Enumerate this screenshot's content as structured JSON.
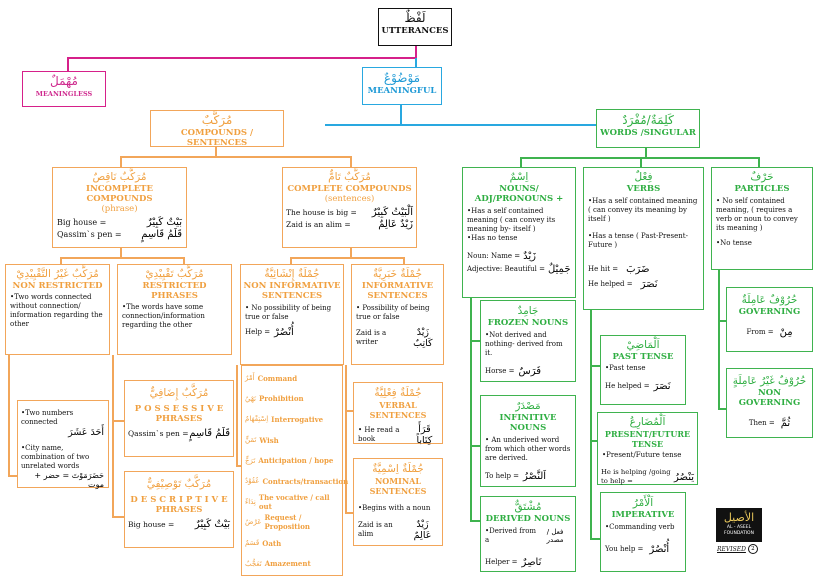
{
  "root": {
    "arabic": "لَفْظٌ",
    "label": "UTTERANCES"
  },
  "meaningless": {
    "arabic": "مُهْمَلٌ",
    "label": "MEANINGLESS"
  },
  "meaningful": {
    "arabic": "مَوْضُوْعٌ",
    "label": "MEANINGFUL"
  },
  "compounds": {
    "arabic": "مُرَكَّبٌ",
    "label": "COMPOUNDS / SENTENCES"
  },
  "singular": {
    "arabic": "كَلِمَةٌ/مُفْرَدٌ",
    "label": "WORDS /SINGULAR"
  },
  "incomplete": {
    "arabic": "مُرَكَّبٌ نَاقِصٌ",
    "label1": "INCOMPLETE COMPOUNDS",
    "label2": "(phrase)",
    "ex1": "Big house =",
    "ex1_ar": "بَيْتٌ كَبِيْرٌ",
    "ex2": "Qassim`s pen =",
    "ex2_ar": "قَلَمُ قَاسِمٍ"
  },
  "complete": {
    "arabic": "مُرَكَّبٌ تَامٌّ",
    "label1": "COMPLETE COMPOUNDS",
    "label2": "(sentences)",
    "ex1": "The house is big =",
    "ex1_ar": "اَلْبَيْتُ كَبِيْرٌ",
    "ex2": "Zaid is an alim =",
    "ex2_ar": "زَيْدٌ عَالِمٌ"
  },
  "nonrestricted": {
    "arabic": "مُرَكَّبٌ غَيْرُ التَّقْيِيْدِيْ",
    "label": "NON RESTRICTED",
    "desc": "•Two words connected without connection/ information regarding the other"
  },
  "restricted": {
    "arabic": "مُرَكَّبٌ تَقْيِيْدِيْ",
    "label": "RESTRICTED PHRASES",
    "desc": "•The words have some connection/information regarding the other"
  },
  "noninformative": {
    "arabic": "جُمْلَةٌ إِنْشَائِيَّةٌ",
    "label": "NON INFORMATIVE SENTENCES",
    "desc": "• No possibility of being true or false",
    "ex": "Help =",
    "ex_ar": "أُنْصُرْ"
  },
  "informative": {
    "arabic": "جُمْلَةٌ خَبَرِيَّةٌ",
    "label": "INFORMATIVE SENTENCES",
    "desc": "• Possibility of being true or false",
    "ex": "Zaid is a writer",
    "ex_ar": "زَيْدٌ كَاتِبٌ"
  },
  "numbers": {
    "l1": "•Two numbers connected",
    "l1_ar": "أَحَدَ عَشَرَ",
    "l2": "•City name, combination of two unrelated words",
    "l2_ar": "حَضَرَمَوْتَ = حضر + موت"
  },
  "possessive": {
    "arabic": "مُرَكَّبٌ إِضَافِيٌّ",
    "label": "P O S S E S S I V E PHRASES",
    "ex": "Qassim`s pen =",
    "ex_ar": "قَلَمُ قَاسِمٍ"
  },
  "descriptive": {
    "arabic": "مُرَكَّبٌ تَوْصِيْفِيٌّ",
    "label": "D E S C R I P T I V E PHRASES",
    "ex": "Big house =",
    "ex_ar": "بَيْتٌ كَبِيْرٌ"
  },
  "types": [
    {
      "ar": "أَمْرٌ",
      "en": "Command"
    },
    {
      "ar": "نَهْيٌ",
      "en": "Prohibition"
    },
    {
      "ar": "اِسْتِفْهَامٌ",
      "en": "Interrogative"
    },
    {
      "ar": "تَمَنٍّ",
      "en": "Wish"
    },
    {
      "ar": "تَرَجٍّ",
      "en": "Anticipation / hope"
    },
    {
      "ar": "عُقُوْدٌ",
      "en": "Contracts/transaction"
    },
    {
      "ar": "نِدَاءٌ",
      "en": "The vocative / call out"
    },
    {
      "ar": "عَرْضٌ",
      "en": "Request / Proposition"
    },
    {
      "ar": "قَسَمٌ",
      "en": "Oath"
    },
    {
      "ar": "تَعَجُّبٌ",
      "en": "Amazement"
    }
  ],
  "verbal": {
    "arabic": "جُمْلَةٌ فِعْلِيَّةٌ",
    "label": "VERBAL SENTENCES",
    "ex": "• He read a book",
    "ex_ar": "قَرَأَ كِتَاباً"
  },
  "nominal": {
    "arabic": "جُمْلَةٌ اِسْمِيَّةٌ",
    "label": "NOMINAL SENTENCES",
    "desc": "•Begins with a noun",
    "ex": "Zaid is an alim",
    "ex_ar": "زَيْدٌ عَالِمٌ"
  },
  "nouns": {
    "arabic": "اِسْمٌ",
    "label1": "NOUNS/",
    "label2": "ADJ/PRONOUNS +",
    "d1": "•Has a self contained meaning ( can convey its meaning by- itself )",
    "d2": "•Has no tense",
    "ex1": "Noun: Name =",
    "ex1_ar": "زَيْدٌ",
    "ex2": "Adjective: Beautiful =",
    "ex2_ar": "جَمِيْلٌ"
  },
  "verbs": {
    "arabic": "فِعْلٌ",
    "label": "VERBS",
    "d1": "•Has a self contained meaning ( can convey its meaning by itself )",
    "d2": "•Has a tense ( Past-Present-Future )",
    "ex1": "He hit =",
    "ex1_ar": "ضَرَبَ",
    "ex2": "He helped =",
    "ex2_ar": "نَصَرَ"
  },
  "particles": {
    "arabic": "حَرْفٌ",
    "label": "PARTICLES",
    "d1": "• No self contained meaning, ( requires a verb or noun to convey its meaning )",
    "d2": "•No tense"
  },
  "frozen": {
    "arabic": "جَامِدٌ",
    "label": "FROZEN NOUNS",
    "desc": "•Not derived and nothing- derived from it.",
    "ex": "Horse =",
    "ex_ar": "فَرَسٌ"
  },
  "infinitive": {
    "arabic": "مَصْدَرٌ",
    "label": "INFINITIVE NOUNS",
    "desc": "• An underived word from which other words are derived.",
    "ex": "To help =",
    "ex_ar": "اَلنَّصْرُ"
  },
  "derived": {
    "arabic": "مُشْتَقٌّ",
    "label": "DERIVED NOUNS",
    "desc": "•Derived from a",
    "desc_ar": "فعل / مصدر",
    "ex": "Helper =",
    "ex_ar": "نَاصِرٌ"
  },
  "past": {
    "arabic": "اَلْمَاضِيْ",
    "label": "PAST TENSE",
    "desc": "•Past tense",
    "ex": "He helped =",
    "ex_ar": "نَصَرَ"
  },
  "present": {
    "arabic": "اَلْمُضَارِعُ",
    "label": "PRESENT/FUTURE TENSE",
    "desc": "•Present/Future tense",
    "ex": "He is helping /going to help =",
    "ex_ar": "يَنْصُرُ"
  },
  "imperative": {
    "arabic": "اَلْأَمْرُ",
    "label": "IMPERATIVE",
    "desc": "•Commanding verb",
    "ex": "You help =",
    "ex_ar": "أُنْصُرْ"
  },
  "governing": {
    "arabic": "حُرُوْفٌ عَامِلَةٌ",
    "label": "GOVERNING",
    "ex": "From =",
    "ex_ar": "مِنْ"
  },
  "nongoverning": {
    "arabic": "حُرُوْفٌ غَيْرُ عَامِلَةٍ",
    "label": "NON GOVERNING",
    "ex": "Then =",
    "ex_ar": "ثُمَّ"
  },
  "logo": {
    "arabic": "الأصيل",
    "line1": "AL - ASEEL",
    "line2": "FOUNDATION"
  },
  "revised": "REVISED",
  "revised_num": "2",
  "colors": {
    "orange": "#f2a65a",
    "green": "#3fb34f",
    "blue": "#29a8e0",
    "magenta": "#d6208a"
  }
}
